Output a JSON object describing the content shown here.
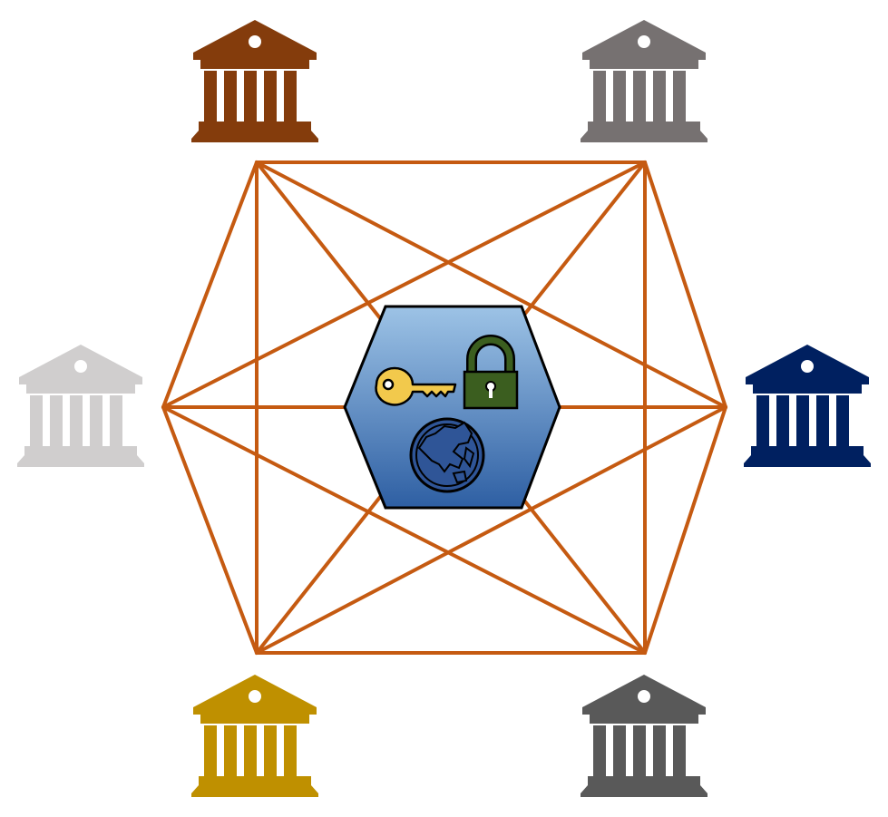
{
  "diagram": {
    "edge_color": "#c55a11",
    "hub": {
      "fill_top": "#9dc3e6",
      "fill_bottom": "#2e5fa3",
      "icons": [
        "key-icon",
        "padlock-icon",
        "globe-icon"
      ],
      "key_color": "#f2c94c",
      "lock_color": "#3b5e1f",
      "globe_color": "#2f5597"
    },
    "nodes": [
      {
        "id": "top-left",
        "icon": "bank-icon",
        "color": "#843c0c"
      },
      {
        "id": "top-right",
        "icon": "bank-icon",
        "color": "#767171"
      },
      {
        "id": "right",
        "icon": "bank-icon",
        "color": "#002060"
      },
      {
        "id": "bottom-right",
        "icon": "bank-icon",
        "color": "#595959"
      },
      {
        "id": "bottom-left",
        "icon": "bank-icon",
        "color": "#bf9000"
      },
      {
        "id": "left",
        "icon": "bank-icon",
        "color": "#d0cece"
      }
    ],
    "edges": [
      [
        "top-left",
        "top-right"
      ],
      [
        "top-left",
        "right"
      ],
      [
        "top-left",
        "bottom-right"
      ],
      [
        "top-left",
        "bottom-left"
      ],
      [
        "top-left",
        "left"
      ],
      [
        "top-right",
        "right"
      ],
      [
        "top-right",
        "bottom-right"
      ],
      [
        "top-right",
        "bottom-left"
      ],
      [
        "top-right",
        "left"
      ],
      [
        "right",
        "bottom-right"
      ],
      [
        "right",
        "bottom-left"
      ],
      [
        "right",
        "left"
      ],
      [
        "bottom-right",
        "bottom-left"
      ],
      [
        "bottom-right",
        "left"
      ],
      [
        "bottom-left",
        "left"
      ]
    ]
  }
}
